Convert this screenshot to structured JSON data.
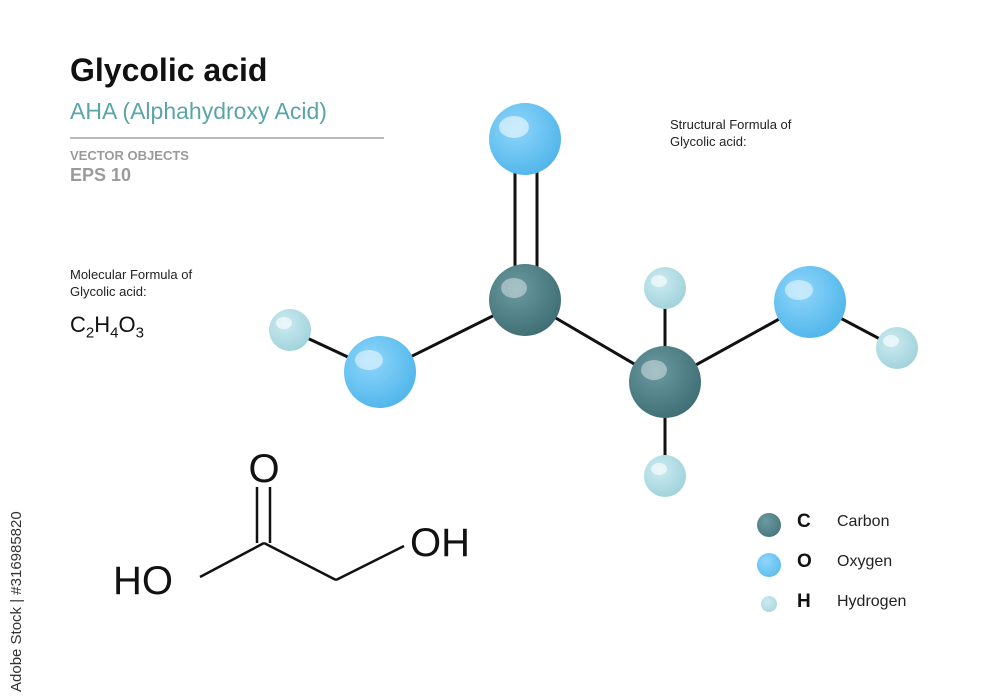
{
  "header": {
    "title": "Glycolic acid",
    "subtitle": "AHA  (Alphahydroxy Acid)",
    "vector_label": "VECTOR OBJECTS",
    "eps_label": "EPS 10"
  },
  "molecular_formula": {
    "label_line1": "Molecular Formula of",
    "label_line2": "Glycolic acid:",
    "parts": [
      {
        "el": "C",
        "n": "2"
      },
      {
        "el": "H",
        "n": "4"
      },
      {
        "el": "O",
        "n": "3"
      }
    ]
  },
  "structural_formula": {
    "label_line1": "Structural  Formula of",
    "label_line2": "Glycolic acid:",
    "carbonyl_o": "O",
    "oh_left": "HO",
    "oh_right": "OH"
  },
  "legend": [
    {
      "symbol": "C",
      "name": "Carbon",
      "color": "#4e8088"
    },
    {
      "symbol": "O",
      "name": "Oxygen",
      "color": "#62c3f3"
    },
    {
      "symbol": "H",
      "name": "Hydrogen",
      "color": "#b0dde6"
    }
  ],
  "colors": {
    "carbon": "#4e8088",
    "oxygen": "#62c3f3",
    "hydrogen": "#b0dde6"
  },
  "watermark": "Adobe Stock | #316985820"
}
